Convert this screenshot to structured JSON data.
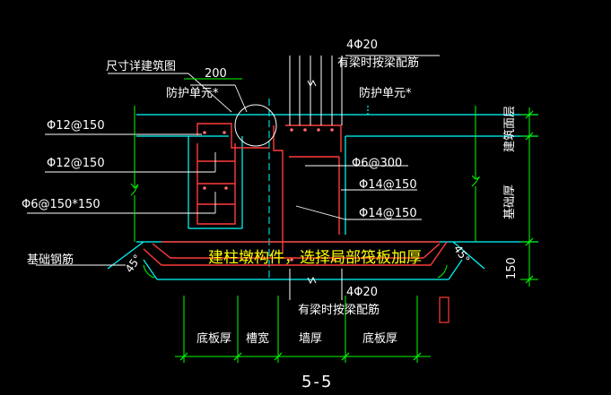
{
  "drawing": {
    "title": "5-5",
    "overlay_note": "建柱墩构件，选择局部筏板加厚",
    "labels": {
      "detail_ref": "尺寸详建筑图",
      "dim_200": "200",
      "protect_left": "防护单元*",
      "protect_right": "防护单元*",
      "bar_top": "4Φ20",
      "bar_top_note": "有梁时按梁配筋",
      "rebar_phi12_a": "Φ12@150",
      "rebar_phi12_b": "Φ12@150",
      "rebar_phi6_150": "Φ6@150*150",
      "rebar_phi6_300": "Φ6@300",
      "rebar_phi14_a": "Φ14@150",
      "rebar_phi14_b": "Φ14@150",
      "foundation_bar": "基础钢筋",
      "angle_left": "45°",
      "angle_right": "45°",
      "bar_bottom": "4Φ20",
      "bar_bottom_note": "有梁时按梁配筋",
      "dim_150": "150",
      "right_top": "建筑面层",
      "right_mid": "基础厚"
    },
    "bottom_dims": [
      "底板厚",
      "槽宽",
      "墙厚",
      "底板厚"
    ]
  },
  "colors": {
    "background": "#000000",
    "rebar": "#ff0000",
    "outline": "#00ffff",
    "dimension": "#00ff00",
    "leader": "#ffffff",
    "note": "#ffff00",
    "axis": "#00ffff"
  }
}
